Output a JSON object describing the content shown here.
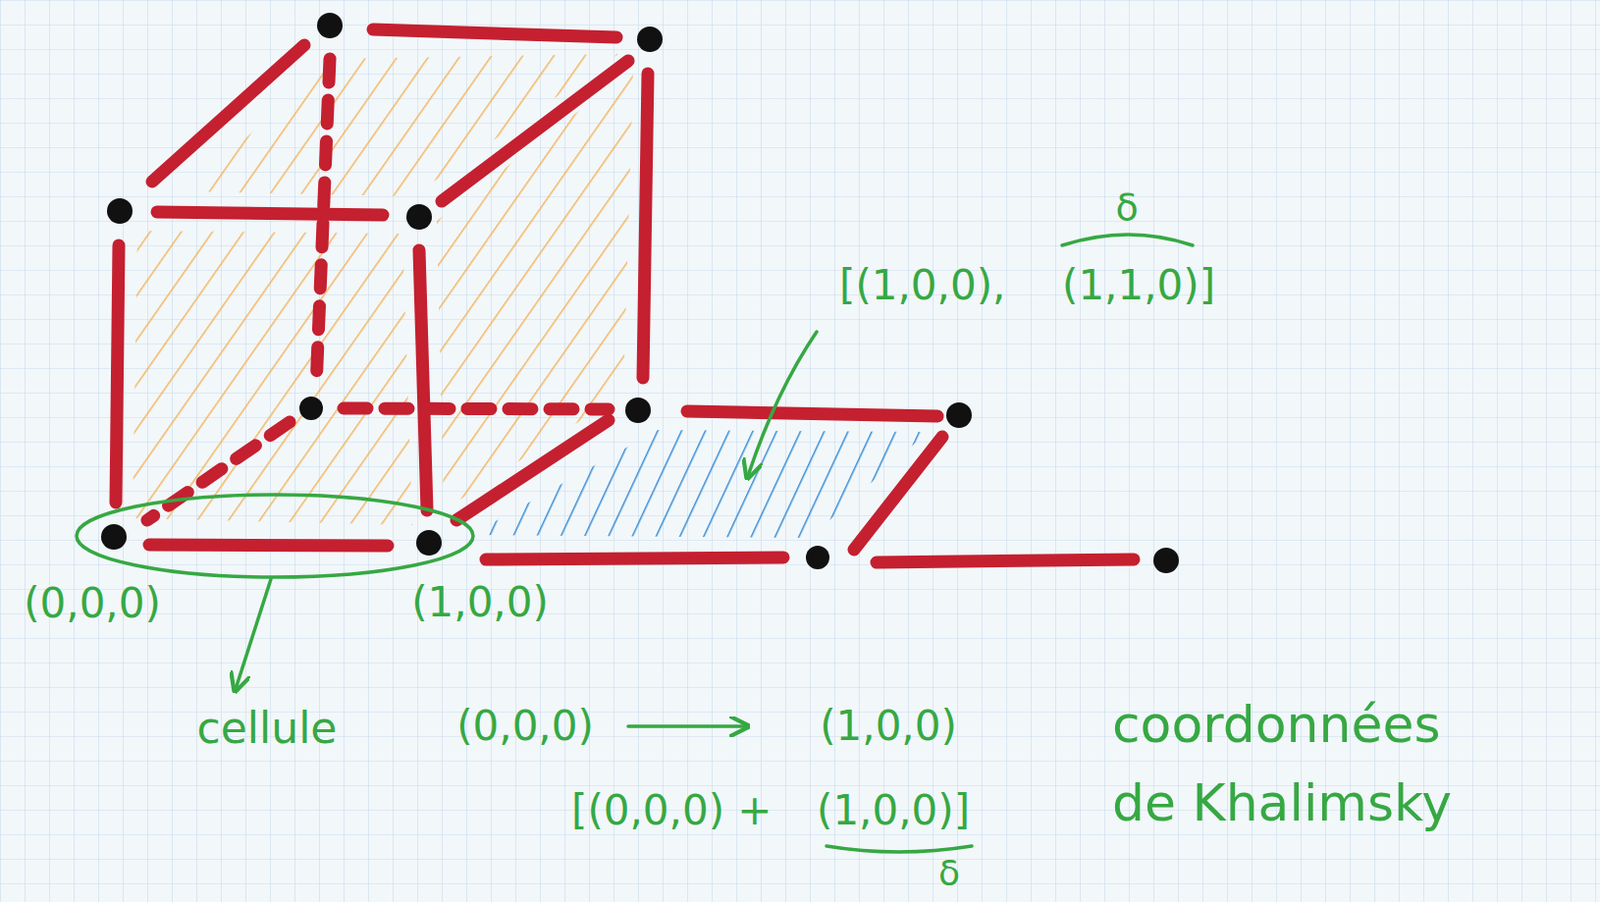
{
  "diagram": {
    "labels": [
      "δ",
      "[(1,0,0),",
      "(1,1,0)]",
      "(0,0,0)",
      "(1,0,0)",
      "cellule",
      "(0,0,0)",
      "(1,0,0)",
      "coordonnées de Khalimsky",
      "[(0,0,0) +",
      "(1,0,0)]",
      "δ"
    ]
  }
}
